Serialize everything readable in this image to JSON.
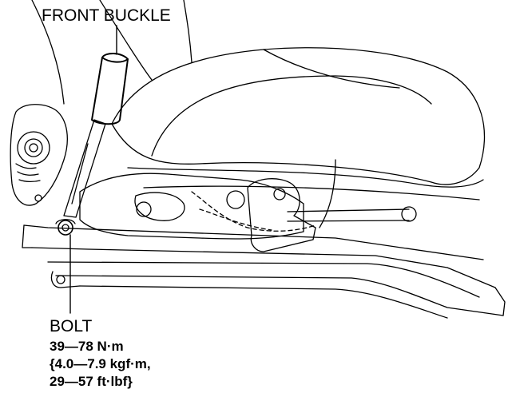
{
  "labels": {
    "front_buckle": "FRONT BUCKLE",
    "bolt": "BOLT",
    "torque_lines": [
      "39—78 N·m",
      "{4.0—7.9 kgf·m,",
      "29—57 ft·lbf}"
    ]
  },
  "colors": {
    "line": "#000000",
    "background": "#ffffff"
  }
}
